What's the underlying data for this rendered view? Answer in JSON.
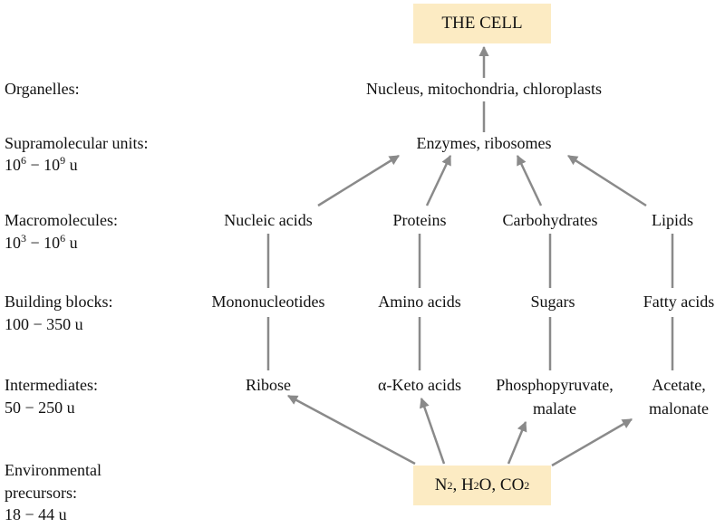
{
  "levels": {
    "organelles": "Organelles:",
    "supramolecular": {
      "label": "Supramolecular units:",
      "base": "10",
      "exp_low": "6",
      "dash": " − ",
      "base2": "10",
      "exp_high": "9",
      "unit": " u"
    },
    "macromolecules": {
      "label": "Macromolecules:",
      "base": "10",
      "exp_low": "3",
      "dash": " − ",
      "base2": "10",
      "exp_high": "6",
      "unit": " u"
    },
    "building_blocks": {
      "label": "Building blocks:",
      "range": "100 − 350 u"
    },
    "intermediates": {
      "label": "Intermediates:",
      "range": "50 − 250 u"
    },
    "environmental": {
      "line1": "Environmental",
      "line2": "precursors:",
      "range": "18 − 44 u"
    }
  },
  "nodes": {
    "the_cell": "THE CELL",
    "organelles": "Nucleus, mitochondria, chloroplasts",
    "supramolecular": "Enzymes, ribosomes",
    "macromolecules": [
      "Nucleic acids",
      "Proteins",
      "Carbohydrates",
      "Lipids"
    ],
    "building_blocks": [
      "Mononucleotides",
      "Amino acids",
      "Sugars",
      "Fatty acids"
    ],
    "intermediates": {
      "ribose": "Ribose",
      "keto": "α-Keto acids",
      "phospho_line1": "Phosphopyruvate,",
      "phospho_line2": "malate",
      "acetate_line1": "Acetate,",
      "acetate_line2": "malonate"
    },
    "precursors": {
      "n": "N",
      "n_sub": "2",
      "h": ", H",
      "h_sub": "2",
      "o": "O, CO",
      "co_sub": "2"
    }
  },
  "colors": {
    "box": "#fcebc3",
    "arrow": "#8a8a8a",
    "text": "#111111"
  }
}
